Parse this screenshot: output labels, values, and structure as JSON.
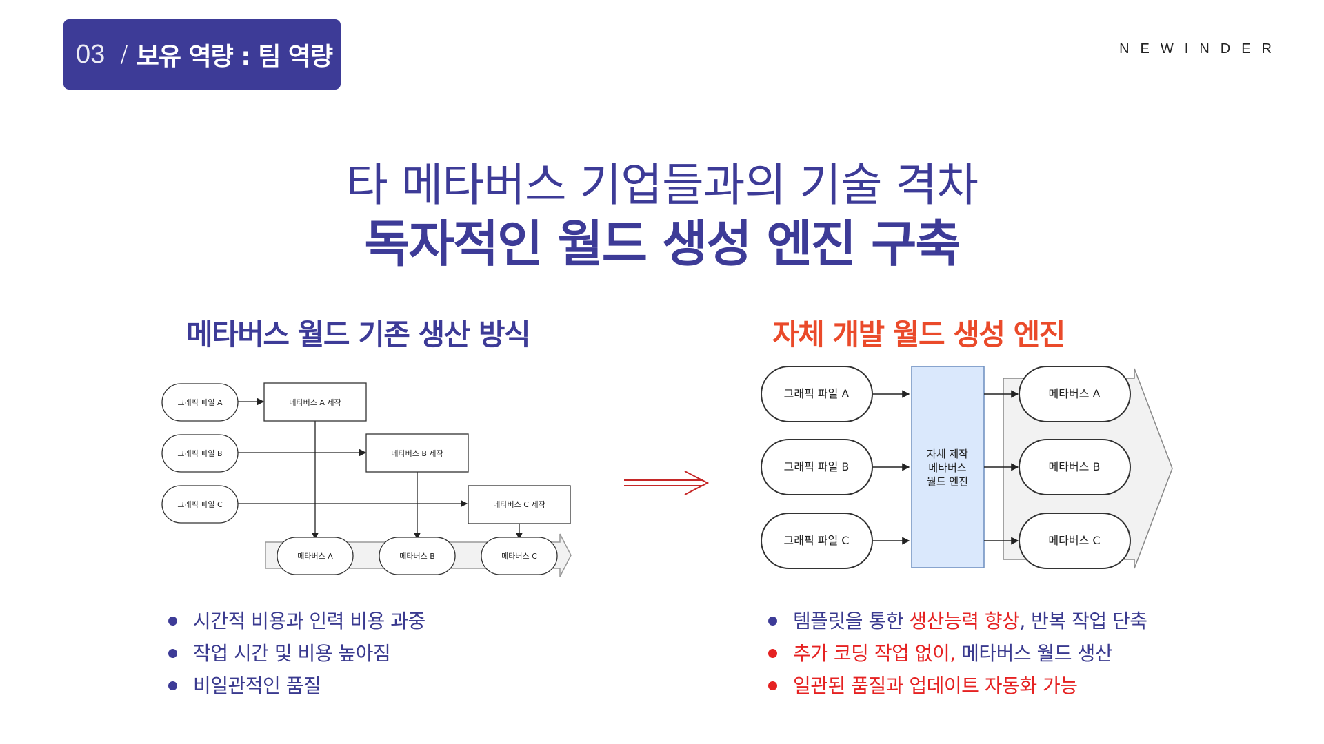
{
  "header": {
    "section_number": "03",
    "separator": "/",
    "section_title": "보유 역량 : 팀 역량",
    "brand": "NEWINDER"
  },
  "title": {
    "line1": "타 메타버스 기업들과의 기술 격차",
    "line2": "독자적인 월드 생성 엔진 구축"
  },
  "left": {
    "heading": "메타버스 월드 기존 생산 방식",
    "diagram": {
      "inputs": [
        "그래픽 파일 A",
        "그래픽 파일 B",
        "그래픽 파일 C"
      ],
      "processes": [
        "메타버스 A 제작",
        "메타버스 B 제작",
        "메타버스 C 제작"
      ],
      "outputs": [
        "메타버스 A",
        "메타버스 B",
        "메타버스 C"
      ]
    },
    "bullets": [
      {
        "text": "시간적 비용과 인력 비용 과중"
      },
      {
        "text": "작업 시간 및 비용 높아짐"
      },
      {
        "text": "비일관적인 품질"
      }
    ]
  },
  "right": {
    "heading": "자체 개발 월드 생성 엔진",
    "diagram": {
      "inputs": [
        "그래픽 파일 A",
        "그래픽 파일 B",
        "그래픽 파일 C"
      ],
      "engine_lines": [
        "자체 제작",
        "메타버스",
        "월드 엔진"
      ],
      "outputs": [
        "메타버스 A",
        "메타버스 B",
        "메타버스 C"
      ]
    },
    "bullets": [
      {
        "parts": [
          "템플릿을 통한 ",
          "생산능력 향상",
          ", 반복 작업 단축"
        ]
      },
      {
        "parts": [
          "추가 코딩 작업 없이,",
          " 메타버스 월드 생산"
        ]
      },
      {
        "parts": [
          "일관된 품질과 업데이트 자동화 가능"
        ]
      }
    ]
  },
  "colors": {
    "primary": "#3d3b97",
    "accent_orange": "#ea4a2a",
    "accent_red": "#e52222",
    "engine_fill": "#dae8fc",
    "engine_stroke": "#6c8ebf"
  }
}
